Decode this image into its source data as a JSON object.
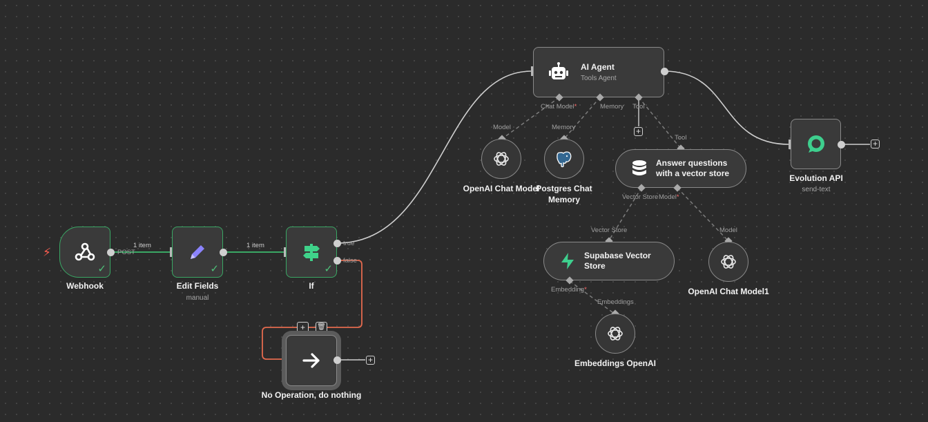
{
  "colors": {
    "canvas": "#2b2b2b",
    "node": "#3a3a3a",
    "success": "#3aa865",
    "error_edge": "#e46a4e",
    "edge": "#c8c8c8",
    "dashed": "#7d7d7d"
  },
  "nodes": {
    "webhook": {
      "title": "Webhook",
      "icon": "webhook-icon",
      "output_label": "POST"
    },
    "edit_fields": {
      "title": "Edit Fields",
      "subtitle": "manual",
      "icon": "pencil-icon"
    },
    "if": {
      "title": "If",
      "icon": "signpost-icon",
      "out_true": "true",
      "out_false": "false"
    },
    "noop": {
      "title": "No Operation, do nothing",
      "icon": "arrow-right-icon"
    },
    "ai_agent": {
      "title": "AI Agent",
      "subtitle": "Tools Agent",
      "icon": "robot-icon",
      "port_chat_model": "Chat Model",
      "port_memory": "Memory",
      "port_tool": "Tool",
      "required_mark": "*"
    },
    "openai_chat": {
      "title": "OpenAI Chat Model",
      "port": "Model",
      "icon": "openai-icon"
    },
    "postgres": {
      "title_line1": "Postgres Chat",
      "title_line2": "Memory",
      "port": "Memory",
      "icon": "postgres-elephant-icon"
    },
    "answer_vector": {
      "title_line1": "Answer questions",
      "title_line2": "with a vector store",
      "port_in": "Tool",
      "port_vector": "Vector Store",
      "port_model": "Model",
      "required_mark": "*",
      "icon": "database-icon"
    },
    "supabase": {
      "title_line1": "Supabase Vector",
      "title_line2": "Store",
      "port_in": "Vector Store",
      "port_embedding": "Embedding",
      "required_mark": "*",
      "icon": "supabase-bolt-icon"
    },
    "openai_chat1": {
      "title": "OpenAI Chat Model1",
      "port": "Model",
      "icon": "openai-icon"
    },
    "embeddings": {
      "title": "Embeddings OpenAI",
      "port": "Embeddings",
      "icon": "openai-icon"
    },
    "evolution": {
      "title": "Evolution API",
      "subtitle": "send-text",
      "icon": "chat-bubble-icon"
    }
  },
  "edges": {
    "webhook_to_edit": "1 item",
    "edit_to_if": "1 item"
  },
  "toolbar": {
    "add": "+",
    "delete": "🗑"
  },
  "add_button": "+"
}
